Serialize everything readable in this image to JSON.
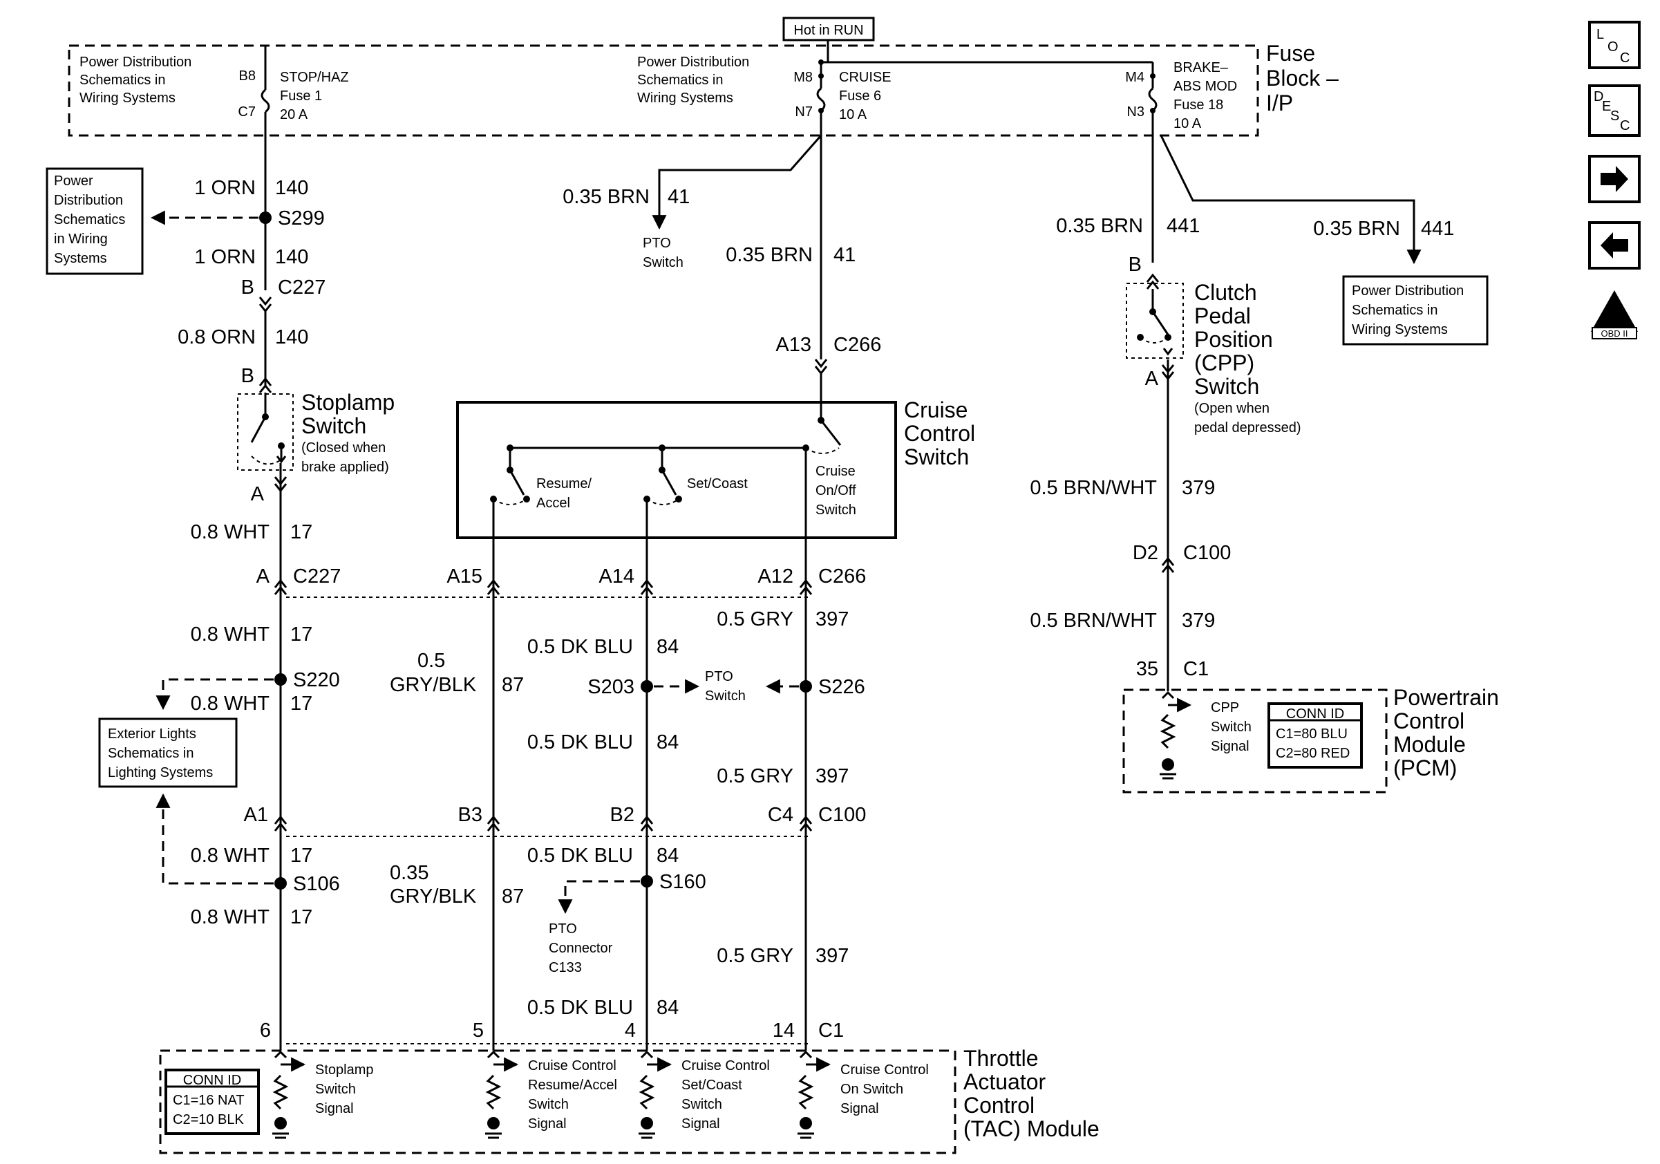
{
  "title_run": "Hot in RUN",
  "fuse_block": {
    "label1": "Fuse",
    "label2": "Block –",
    "label3": "I/P"
  },
  "pds_text": "Power Distribution Schematics in Wiring Systems",
  "pds_lines": [
    "Power Distribution",
    "Schematics in",
    "Wiring Systems"
  ],
  "pds_left_lines": [
    "Power",
    "Distribution",
    "Schematics",
    "in Wiring",
    "Systems"
  ],
  "fuses": [
    {
      "pin_in": "B8",
      "pin_out": "C7",
      "name": "STOP/HAZ",
      "fuse": "Fuse 1",
      "amps": "20 A"
    },
    {
      "pin_in": "M8",
      "pin_out": "N7",
      "name": "CRUISE",
      "fuse": "Fuse 6",
      "amps": "10 A"
    },
    {
      "pin_in": "M4",
      "pin_out": "N3",
      "name_l1": "BRAKE–",
      "name_l2": "ABS MOD",
      "fuse": "Fuse 18",
      "amps": "10 A"
    }
  ],
  "wires": {
    "orn1": "1 ORN",
    "orn08": "0.8 ORN",
    "c140": "140",
    "wht08": "0.8 WHT",
    "c17": "17",
    "brn035": "0.35 BRN",
    "c41": "41",
    "c441": "441",
    "brnwht05": "0.5 BRN/WHT",
    "c379": "379",
    "gry05": "0.5 GRY",
    "c397": "397",
    "dkblu05": "0.5 DK BLU",
    "c84": "84",
    "gryblk05_l1": "0.5",
    "gryblk_l2": "GRY/BLK",
    "gryblk035_l1": "0.35",
    "c87": "87"
  },
  "splices": {
    "s299": "S299",
    "s220": "S220",
    "s106": "S106",
    "s203": "S203",
    "s226": "S226",
    "s160": "S160"
  },
  "connectors": {
    "c227": "C227",
    "c266": "C266",
    "c100": "C100",
    "c1": "C1",
    "pinB": "B",
    "pinA": "A",
    "pinA13": "A13",
    "pinA15": "A15",
    "pinA14": "A14",
    "pinA12": "A12",
    "pinA1": "A1",
    "pinB3": "B3",
    "pinB2": "B2",
    "pinC4": "C4",
    "pinD2": "D2",
    "pin35": "35",
    "pin6": "6",
    "pin5": "5",
    "pin4": "4",
    "pin14": "14"
  },
  "stoplamp": {
    "l1": "Stoplamp",
    "l2": "Switch",
    "n1": "(Closed when",
    "n2": "brake applied)"
  },
  "cpp": {
    "l1": "Clutch",
    "l2": "Pedal",
    "l3": "Position",
    "l4": "(CPP)",
    "l5": "Switch",
    "n1": "(Open when",
    "n2": "pedal depressed)"
  },
  "cruise_switch": {
    "l1": "Cruise",
    "l2": "Control",
    "l3": "Switch",
    "resume1": "Resume/",
    "resume2": "Accel",
    "setcoast": "Set/Coast",
    "onoff1": "Cruise",
    "onoff2": "On/Off",
    "onoff3": "Switch"
  },
  "pto": {
    "switch1": "PTO",
    "switch2": "Switch",
    "conn1": "PTO",
    "conn2": "Connector",
    "conn3": "C133"
  },
  "ext_lights": [
    "Exterior Lights",
    "Schematics in",
    "Lighting Systems"
  ],
  "pcm": {
    "l1": "Powertrain",
    "l2": "Control",
    "l3": "Module",
    "l4": "(PCM)",
    "sig1": "CPP",
    "sig2": "Switch",
    "sig3": "Signal",
    "conn_title": "CONN ID",
    "conn_c1": "C1=80 BLU",
    "conn_c2": "C2=80 RED"
  },
  "tac": {
    "l1": "Throttle",
    "l2": "Actuator",
    "l3": "Control",
    "l4": "(TAC) Module",
    "conn_title": "CONN ID",
    "conn_c1": "C1=16 NAT",
    "conn_c2": "C2=10 BLK",
    "sig_stop": [
      "Stoplamp",
      "Switch",
      "Signal"
    ],
    "sig_resume": [
      "Cruise Control",
      "Resume/Accel",
      "Switch",
      "Signal"
    ],
    "sig_set": [
      "Cruise Control",
      "Set/Coast",
      "Switch",
      "Signal"
    ],
    "sig_on": [
      "Cruise Control",
      "On Switch",
      "Signal"
    ]
  },
  "side_icons": {
    "loc": "LOC",
    "desc": "DESC",
    "next": "arrow-right-icon",
    "prev": "arrow-left-icon",
    "obd": "OBD II"
  }
}
